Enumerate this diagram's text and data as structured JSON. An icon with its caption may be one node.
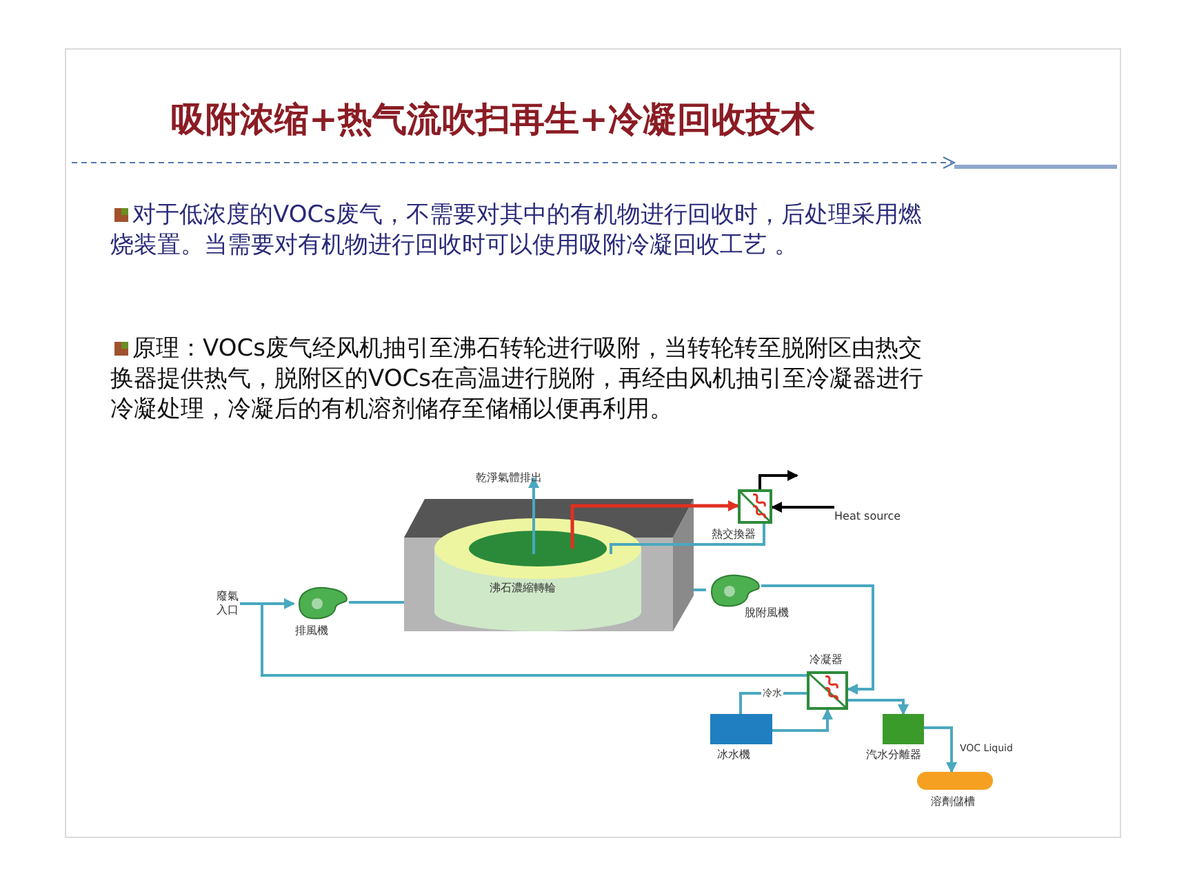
{
  "diagram": {
    "title": "吸附浓缩+热气流吹扫再生+冷凝回收技术",
    "nodes": [
      {
        "text": [
          "廢氣入口"
        ]
      },
      {
        "text": [
          "排風機"
        ]
      },
      {
        "text": [
          "沸石濃縮轉輪"
        ]
      },
      {
        "text": [
          "乾淨氣體排出"
        ]
      },
      {
        "text": [
          "熱交換器"
        ]
      },
      {
        "text": [
          "Heat source"
        ]
      },
      {
        "text": [
          "脫附風機"
        ]
      },
      {
        "text": [
          "冷凝器"
        ]
      },
      {
        "text": [
          "冰水機"
        ]
      },
      {
        "text": [
          "汽水分離器"
        ]
      },
      {
        "text": [
          "溶劑儲槽"
        ]
      }
    ],
    "edges": [
      {
        "from": 0,
        "to": 1,
        "arrow": "none"
      },
      {
        "from": 1,
        "to": 2,
        "arrow": "none"
      },
      {
        "from": 2,
        "to": 3,
        "arrow": "to"
      },
      {
        "from": 2,
        "to": 4,
        "arrow": "to",
        "color": "#e03020"
      },
      {
        "from": 4,
        "to": 2,
        "arrow": "none"
      },
      {
        "from": 5,
        "to": 4,
        "arrow": "to",
        "color": "#000000"
      },
      {
        "from": 4,
        "to": null,
        "arrow": "to",
        "color": "#000000"
      },
      {
        "from": 2,
        "to": 6,
        "arrow": "none"
      },
      {
        "from": 6,
        "to": 7,
        "arrow": "to"
      },
      {
        "from": 7,
        "to": 1,
        "arrow": "to"
      },
      {
        "from": 8,
        "to": 7,
        "arrow": "none",
        "label": "冷水"
      },
      {
        "from": 8,
        "to": 7,
        "arrow": "to"
      },
      {
        "from": 7,
        "to": 9,
        "arrow": "to"
      },
      {
        "from": 9,
        "to": 10,
        "arrow": "to",
        "label": "VOC Liquid"
      }
    ],
    "labels": [
      "对于低浓度的VOCs废气，不需要对其中的有机物进行回收时，后处理采用燃烧装置。当需要对有机物进行回收时可以使用吸附冷凝回收工艺 。",
      "原理：VOCs废气经风机抽引至沸石转轮进行吸附，当转轮转至脱附区由热交换器提供热气，脱附区的VOCs在高温进行脱附，再经由风机抽引至冷凝器进行冷凝处理，冷凝后的有机溶剂储存至储桶以便再利用。"
    ]
  }
}
